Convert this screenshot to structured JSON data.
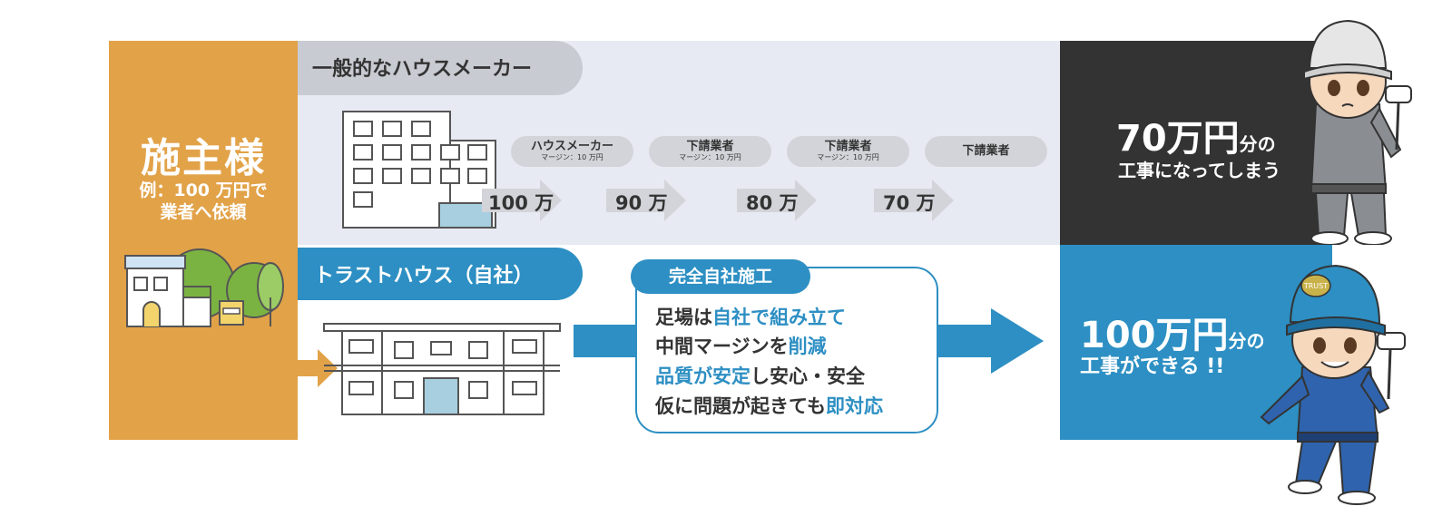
{
  "client": {
    "title": "施主様",
    "desc_line1": "例：100 万円で",
    "desc_line2": "業者へ依頼"
  },
  "general": {
    "label": "一般的なハウスメーカー",
    "stages": [
      {
        "name": "ハウスメーカー",
        "margin": "マージン：10 万円",
        "price": "100 万"
      },
      {
        "name": "下請業者",
        "margin": "マージン：10 万円",
        "price": "90 万"
      },
      {
        "name": "下請業者",
        "margin": "マージン：10 万円",
        "price": "80 万"
      },
      {
        "name": "下請業者",
        "margin": "",
        "price": "70 万"
      }
    ]
  },
  "trust": {
    "label": "トラストハウス（自社）",
    "tag": "完全自社施工",
    "lines": [
      {
        "a": "足場は",
        "b": "自社で組み立て",
        "c": ""
      },
      {
        "a": "中間マージンを",
        "b": "削減",
        "c": ""
      },
      {
        "a": "",
        "b": "品質が安定",
        "c": "し安心・安全"
      },
      {
        "a": "仮に問題が起きても",
        "b": "即対応",
        "c": ""
      }
    ]
  },
  "results": {
    "top": {
      "amount": "70万円",
      "suffix": "分の",
      "line2": "工事になってしまう"
    },
    "bottom": {
      "amount": "100万円",
      "suffix": "分の",
      "line2": "工事ができる !!"
    }
  },
  "colors": {
    "orange": "#e2a248",
    "blue": "#2d8fc3",
    "dark": "#333333",
    "band": "#e8eaf3"
  },
  "helmet_text": "TRUST"
}
